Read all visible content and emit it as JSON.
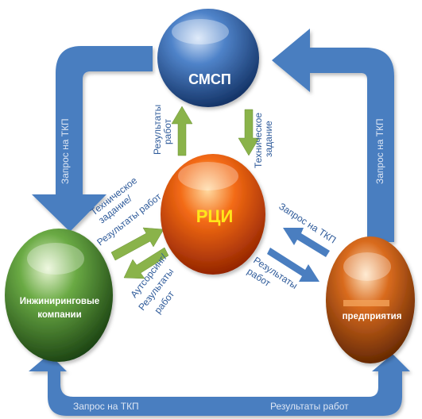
{
  "nodes": {
    "smsp": "СМСП",
    "rci": "РЦИ",
    "engineering_line1": "Инжиниринговые",
    "engineering_line2": "компании",
    "enterprises": "предприятия"
  },
  "edges": {
    "left_arrow": "Запрос на ТКП",
    "right_arrow": "Запрос на ТКП",
    "bottom_left": "Запрос на ТКП",
    "bottom_right": "Результаты работ",
    "smsp_up_line1": "Результаты",
    "smsp_up_line2": "работ",
    "smsp_down_line1": "Техническое",
    "smsp_down_line2": "задание",
    "eng_to_rci_line1": "Техническое",
    "eng_to_rci_line2": "задание/",
    "eng_to_rci_line3": "Результаты работ",
    "rci_to_eng_line1": "Аутсорсинг/",
    "rci_to_eng_line2": "Результаты",
    "rci_to_eng_line3": "работ",
    "ent_to_rci": "Запрос на ТКП",
    "rci_to_ent_line1": "Результаты",
    "rci_to_ent_line2": "работ"
  },
  "colors": {
    "arrow_blue": "#4a7ec0",
    "arrow_green": "#8ab34a",
    "smsp": "#1f4f94",
    "rci": "#d94400",
    "engineering": "#2f7a2a",
    "enterprises": "#a84a00",
    "label": "#2f5b9a"
  }
}
